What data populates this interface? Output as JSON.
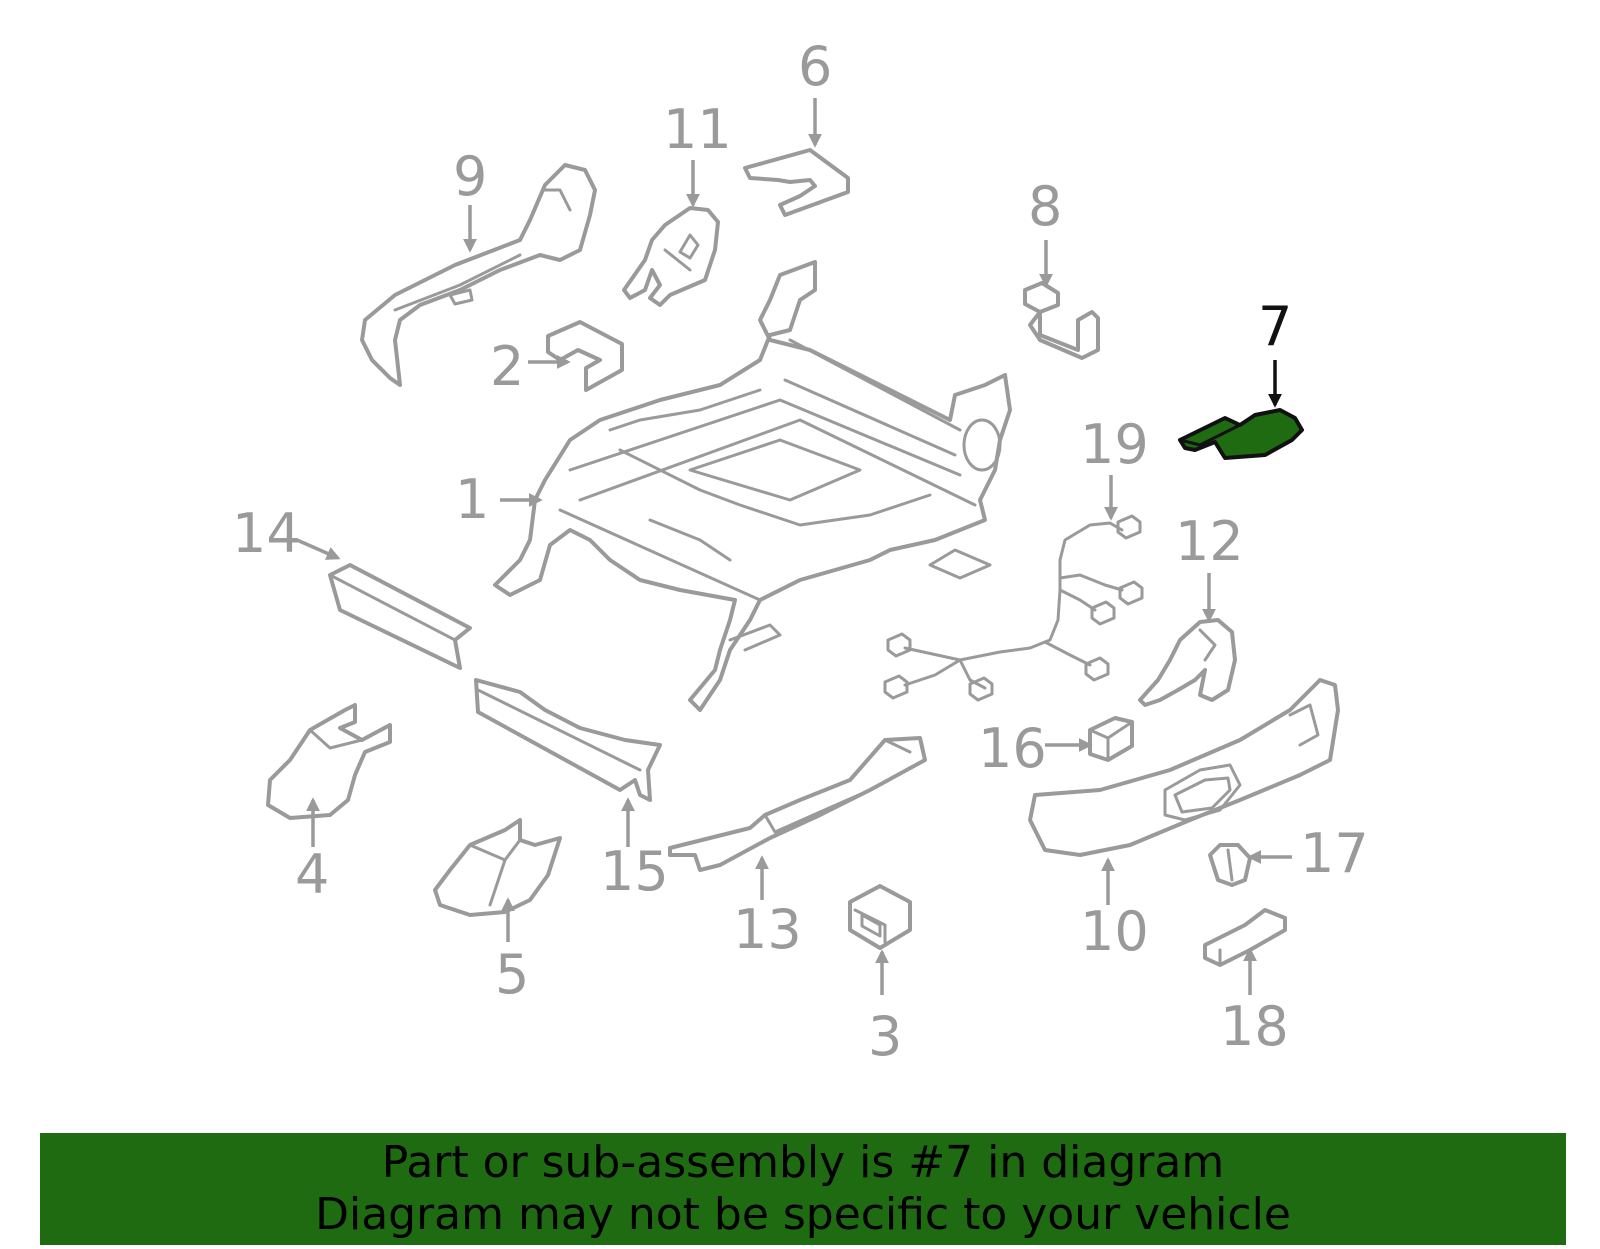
{
  "diagram": {
    "highlighted_part": "7",
    "highlight_color": "#1f6b12",
    "line_color": "#9a9a9a",
    "callouts": [
      "1",
      "2",
      "3",
      "4",
      "5",
      "6",
      "7",
      "8",
      "9",
      "10",
      "11",
      "12",
      "13",
      "14",
      "15",
      "16",
      "17",
      "18",
      "19"
    ]
  },
  "banner": {
    "line1": "Part or sub-assembly is #7 in diagram",
    "line2": "Diagram may not be specific to your vehicle",
    "background": "#1f6b12"
  }
}
